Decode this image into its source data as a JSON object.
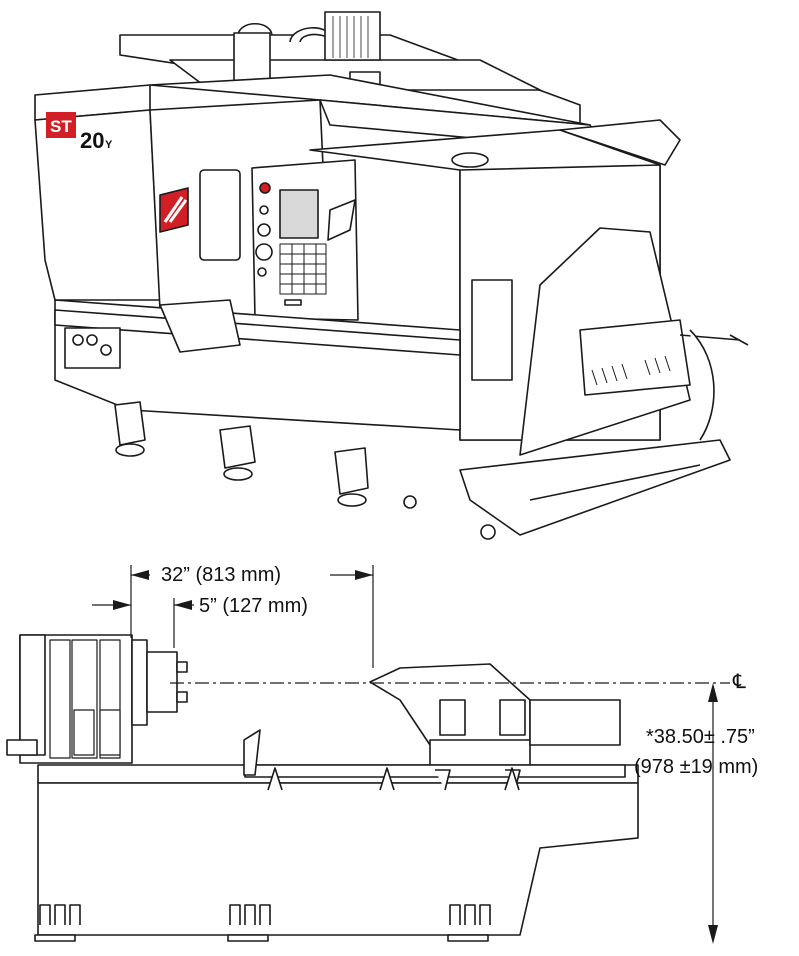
{
  "machine": {
    "badge_text": "ST",
    "model_text": "20",
    "model_suffix": "Y",
    "colors": {
      "brand_red": "#d21f26",
      "line": "#1a1a1a",
      "panel": "#ffffff",
      "screen": "#d9d9d9"
    }
  },
  "dimensions": {
    "overall_to_spindle": "32” (813 mm)",
    "chuck_offset": "5” (127 mm)",
    "centerline_symbol": "℄",
    "height_imperial": "38.50± .75”",
    "height_prefix": "*",
    "height_metric": "(978 ±19 mm)"
  }
}
